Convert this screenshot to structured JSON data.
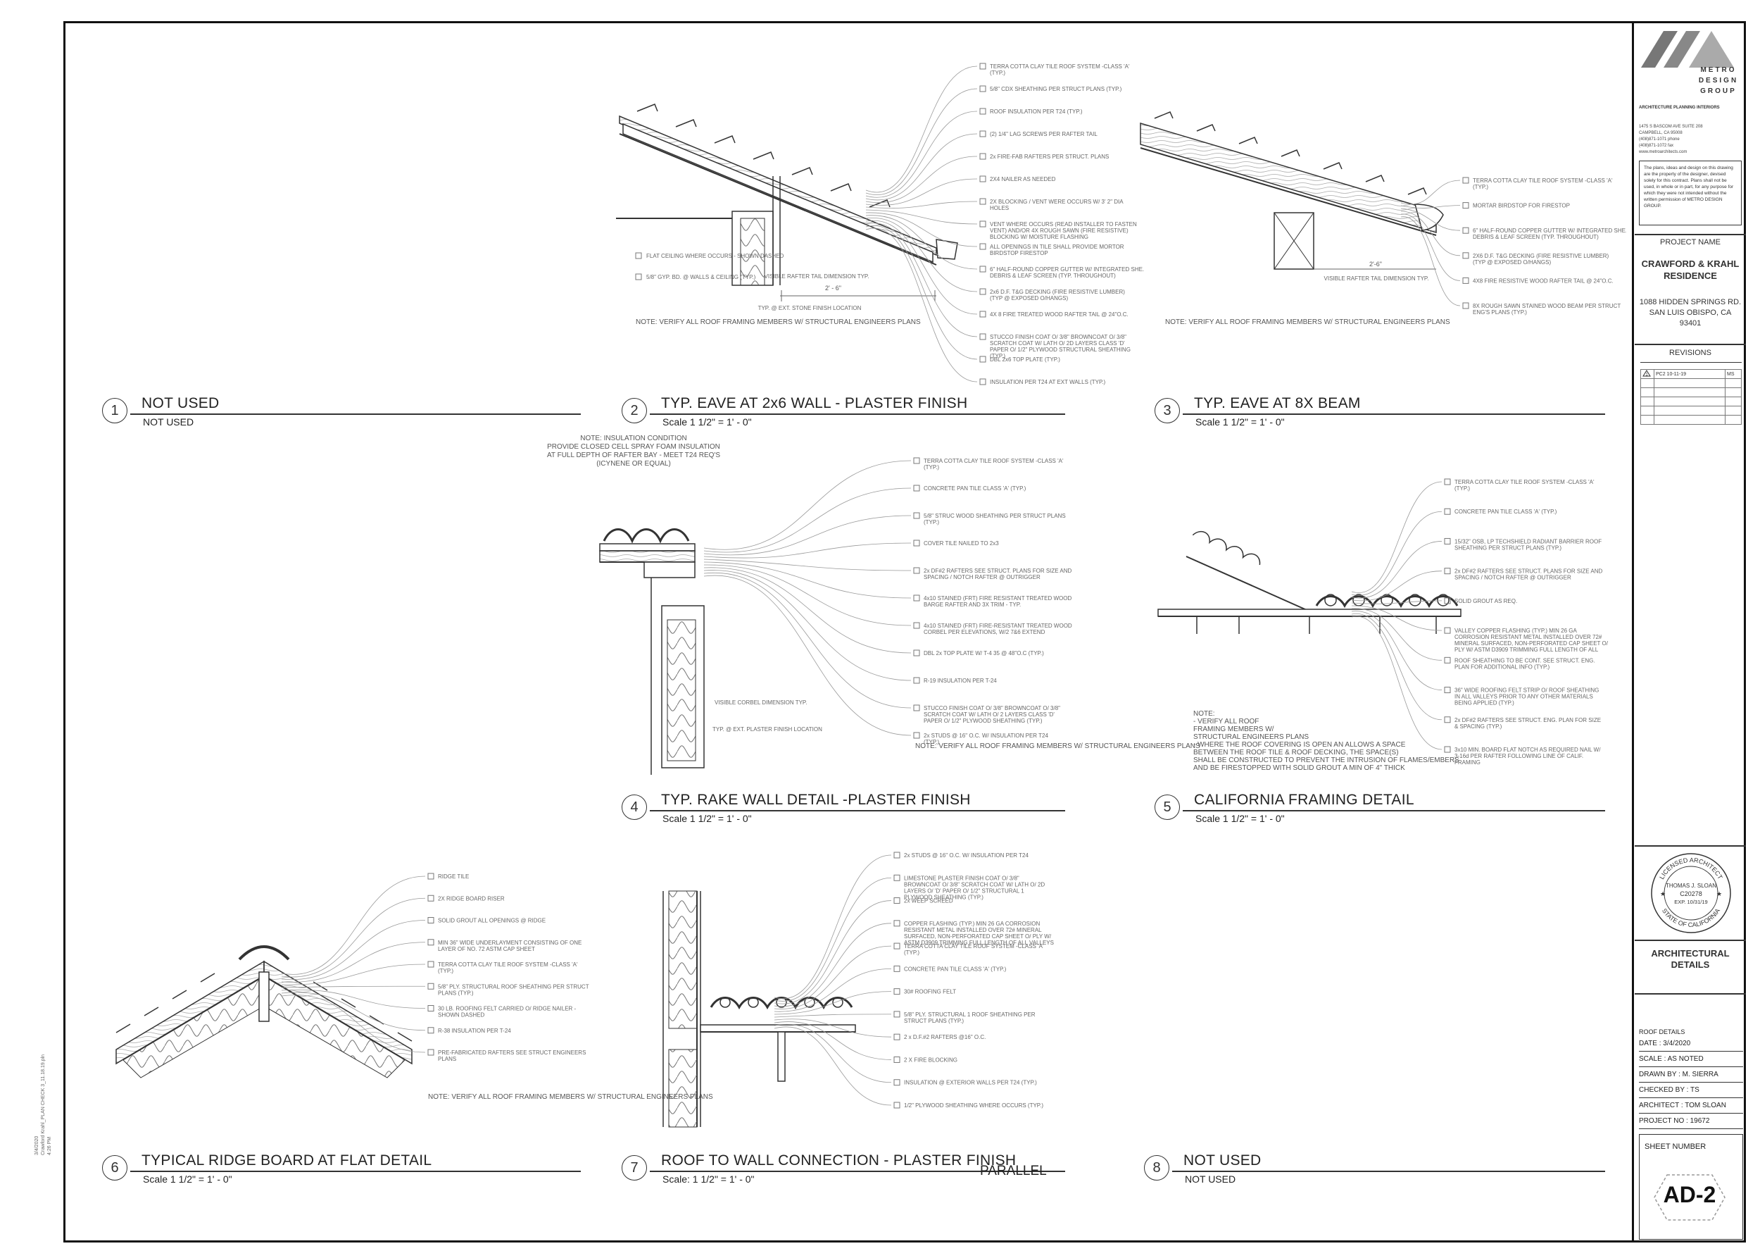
{
  "details": [
    {
      "num": "1",
      "title": "NOT USED",
      "sub": "NOT USED"
    },
    {
      "num": "2",
      "title": "TYP. EAVE AT 2x6 WALL - PLASTER FINISH",
      "sub": "Scale   1 1/2\" =  1' - 0\""
    },
    {
      "num": "3",
      "title": "TYP. EAVE AT 8X BEAM",
      "sub": "Scale   1 1/2\" =  1' - 0\""
    },
    {
      "num": "4",
      "title": "TYP. RAKE WALL DETAIL -PLASTER FINISH",
      "sub": "Scale   1 1/2\" =  1' - 0\""
    },
    {
      "num": "5",
      "title": "CALIFORNIA FRAMING DETAIL",
      "sub": "Scale   1 1/2\" =  1' - 0\""
    },
    {
      "num": "6",
      "title": "TYPICAL RIDGE BOARD AT FLAT DETAIL",
      "sub": "Scale   1 1/2\" =  1' - 0\""
    },
    {
      "num": "7",
      "title": "ROOF TO WALL CONNECTION - PLASTER FINISH",
      "sub": "Scale:  1 1/2\" =  1' - 0\""
    },
    {
      "num": "8",
      "title": "NOT USED",
      "sub": "NOT USED"
    }
  ],
  "parallel_label": "PARALLEL",
  "detail2": {
    "callouts": [
      "TERRA COTTA CLAY TILE ROOF SYSTEM -CLASS 'A' (TYP.)",
      "5/8\" CDX SHEATHING PER STRUCT PLANS (TYP.)",
      "ROOF INSULATION PER T24 (TYP.)",
      "(2) 1/4\" LAG SCREWS PER RAFTER TAIL",
      "2x FIRE-FAB RAFTERS PER STRUCT. PLANS",
      "2X4 NAILER AS NEEDED",
      "2X BLOCKING / VENT WERE OCCURS W/ 3' 2\" DIA HOLES",
      "VENT WHERE OCCURS (READ INSTALLER TO FASTEN VENT) AND/OR 4X ROUGH SAWN (FIRE RESISTIVE) BLOCKING W/ MOISTURE FLASHING",
      "ALL OPENINGS IN TILE SHALL PROVIDE MORTOR BIRDSTOP FIRESTOP",
      "6\" HALF-ROUND COPPER GUTTER W/ INTEGRATED SHE. DEBRIS & LEAF SCREEN (TYP. THROUGHOUT)",
      "2x6 D.F. T&G DECKING (FIRE RESISTIVE LUMBER) (TYP @ EXPOSED O/HANGS)",
      "4X 8 FIRE TREATED WOOD RAFTER TAIL @ 24\"O.C.",
      "STUCCO FINISH COAT O/ 3/8\" BROWNCOAT O/ 3/8\" SCRATCH COAT W/ LATH O/ 2D LAYERS CLASS 'D' PAPER O/ 1/2\" PLYWOOD STRUCTURAL SHEATHING (TYP.)",
      "DBL 2x6 TOP PLATE (TYP.)",
      "INSULATION PER T24 AT EXT WALLS (TYP.)"
    ],
    "left_callouts": [
      "FLAT CEILING WHERE OCCURS - SHOWN DASHED",
      "5/8\" GYP. BD. @ WALLS & CEILING (TYP.)"
    ],
    "dim": "2' - 6\"",
    "note_tail": "VISIBLE RAFTER TAIL DIMENSION TYP.",
    "note_stone": "TYP. @ EXT. STONE FINISH LOCATION",
    "note": "NOTE: VERIFY ALL ROOF FRAMING MEMBERS W/ STRUCTURAL ENGINEERS PLANS"
  },
  "detail3": {
    "callouts": [
      "TERRA COTTA CLAY TILE ROOF SYSTEM -CLASS 'A' (TYP.)",
      "MORTAR BIRDSTOP FOR FIRESTOP",
      "6\" HALF-ROUND COPPER GUTTER W/ INTEGRATED SHE. DEBRIS & LEAF SCREEN (TYP. THROUGHOUT)",
      "2X6 D.F. T&G DECKING (FIRE RESISTIVE LUMBER) (TYP @ EXPOSED O/HANGS)",
      "4X8 FIRE RESISTIVE WOOD RAFTER TAIL @ 24\"O.C.",
      "8X ROUGH SAWN STAINED WOOD BEAM PER STRUCT ENG'S PLANS (TYP.)"
    ],
    "dim": "2'-6\"",
    "note_tail": "VISIBLE RAFTER TAIL DIMENSION TYP.",
    "note": "NOTE: VERIFY ALL ROOF FRAMING MEMBERS W/ STRUCTURAL ENGINEERS PLANS"
  },
  "detail4": {
    "insulation_note": [
      "NOTE: INSULATION CONDITION",
      "PROVIDE CLOSED CELL SPRAY FOAM INSULATION",
      "AT FULL DEPTH OF RAFTER BAY - MEET T24 REQ'S",
      "(ICYNENE OR EQUAL)"
    ],
    "callouts": [
      "TERRA COTTA CLAY TILE ROOF SYSTEM -CLASS 'A' (TYP.)",
      "CONCRETE PAN TILE CLASS 'A' (TYP.)",
      "5/8\" STRUC WOOD SHEATHING PER STRUCT PLANS (TYP.)",
      "COVER TILE NAILED TO 2x3",
      "2x DF#2 RAFTERS SEE STRUCT. PLANS FOR SIZE AND SPACING / NOTCH RAFTER @ OUTRIGGER",
      "4x10 STAINED (FRT) FIRE RESISTANT TREATED WOOD BARGE RAFTER AND 3X TRIM - TYP.",
      "4x10 STAINED (FRT) FIRE-RESISTANT TREATED WOOD CORBEL PER ELEVATIONS, W/2 7&6 EXTEND",
      "DBL 2x TOP PLATE W/ T-4 35 @ 48\"O.C (TYP.)",
      "R-19 INSULATION PER T-24",
      "STUCCO FINISH COAT O/ 3/8\" BROWNCOAT O/ 3/8\" SCRATCH COAT W/ LATH O/ 2 LAYERS CLASS 'D' PAPER O/ 1/2\" PLYWOOD SHEATHING (TYP.)",
      "2x STUDS @ 16\" O.C. W/ INSULATION PER T24 (TYP.)"
    ],
    "note_corbel": "VISIBLE CORBEL DIMENSION TYP.",
    "note_plaster": "TYP. @ EXT. PLASTER FINISH LOCATION",
    "note": "NOTE: VERIFY ALL ROOF FRAMING MEMBERS W/ STRUCTURAL ENGINEERS PLANS"
  },
  "detail5": {
    "callouts": [
      "TERRA COTTA CLAY TILE ROOF SYSTEM -CLASS 'A' (TYP.)",
      "CONCRETE PAN TILE CLASS 'A' (TYP.)",
      "15/32\" OSB, LP TECHSHIELD RADIANT BARRIER ROOF SHEATHING PER STRUCT PLANS (TYP.)",
      "2x DF#2 RAFTERS SEE STRUCT. PLANS FOR SIZE AND SPACING / NOTCH RAFTER @ OUTRIGGER",
      "SOLID GROUT AS REQ.",
      "VALLEY COPPER FLASHING (TYP.) MIN 26 GA CORROSION RESISTANT METAL INSTALLED OVER 72# MINERAL SURFACED, NON-PERFORATED CAP SHEET O/ PLY W/ ASTM D3909 TRIMMING FULL LENGTH OF ALL VALLEYS",
      "ROOF SHEATHING TO BE CONT. SEE STRUCT. ENG. PLAN FOR ADDITIONAL INFO (TYP.)",
      "36\" WIDE ROOFING FELT STRIP O/ ROOF SHEATHING IN ALL VALLEYS PRIOR TO ANY OTHER MATERIALS BEING APPLIED (TYP.)",
      "2x DF#2 RAFTERS SEE STRUCT. ENG. PLAN FOR SIZE & SPACING (TYP.)",
      "3x10 MIN. BOARD FLAT NOTCH AS REQUIRED NAIL W/ 3-16d PER RAFTER FOLLOWING LINE OF CALIF. FRAMING"
    ],
    "note": [
      "NOTE:",
      "- VERIFY ALL ROOF",
      "FRAMING MEMBERS W/",
      "STRUCTURAL ENGINEERS PLANS",
      "- WHERE THE ROOF COVERING IS OPEN AN ALLOWS A SPACE",
      "BETWEEN THE ROOF TILE & ROOF DECKING, THE SPACE(S)",
      "SHALL BE CONSTRUCTED TO PREVENT THE INTRUSION OF FLAMES/EMBERS",
      "AND BE FIRESTOPPED WITH SOLID GROUT A MIN OF 4\" THICK"
    ]
  },
  "detail6": {
    "callouts": [
      "RIDGE TILE",
      "2X RIDGE BOARD RISER",
      "SOLID GROUT ALL OPENINGS @ RIDGE",
      "MIN 36\" WIDE UNDERLAYMENT CONSISTING OF ONE LAYER OF NO. 72 ASTM CAP SHEET",
      "TERRA COTTA CLAY TILE ROOF SYSTEM -CLASS 'A' (TYP.)",
      "5/8\" PLY. STRUCTURAL ROOF SHEATHING PER STRUCT PLANS (TYP.)",
      "30 LB. ROOFING FELT CARRIED O/ RIDGE NAILER - SHOWN DASHED",
      "R-38 INSULATION PER T-24",
      "PRE-FABRICATED RAFTERS SEE STRUCT ENGINEERS PLANS"
    ],
    "note": "NOTE: VERIFY ALL ROOF FRAMING MEMBERS W/ STRUCTURAL ENGINEERS PLANS"
  },
  "detail7": {
    "callouts": [
      "2x STUDS @ 16\" O.C. W/ INSULATION PER T24",
      "LIMESTONE PLASTER FINISH COAT O/ 3/8\" BROWNCOAT O/ 3/8\" SCRATCH COAT W/ LATH O/ 2D LAYERS O/ 'D' PAPER O/ 1/2\" STRUCTURAL 1 PLYWOOD SHEATHING (TYP.)",
      "2x WEEP SCREED",
      "COPPER FLASHING (TYP.) MIN 26 GA CORROSION RESISTANT METAL INSTALLED OVER 72# MINERAL SURFACED, NON-PERFORATED CAP SHEET O/ PLY W/ ASTM D3909 TRIMMING FULL LENGTH OF ALL VALLEYS",
      "TERRA COTTA CLAY TILE ROOF SYSTEM -CLASS 'A' (TYP.)",
      "CONCRETE PAN TILE CLASS 'A' (TYP.)",
      "30# ROOFING FELT",
      "5/8\" PLY. STRUCTURAL 1 ROOF SHEATHING PER STRUCT PLANS (TYP.)",
      "2 x D.F.#2 RAFTERS @16\" O.C.",
      "2 X FIRE BLOCKING",
      "INSULATION @ EXTERIOR WALLS PER T24 (TYP.)",
      "1/2\" PLYWOOD SHEATHING WHERE OCCURS (TYP.)"
    ]
  },
  "titleblock": {
    "firm_name": [
      "METRO",
      "DESIGN",
      "GROUP"
    ],
    "firm_tag": "ARCHITECTURE  PLANNING  INTERIORS",
    "firm_address": "1475 S BASCOM AVE SUITE 208\nCAMPBELL, CA 95008\n(408)871-1071 phone\n(408)871-1072 fax\nwww.metroarchitects.com",
    "disclaimer": "The plans, ideas and design on this drawing are the property of the designer, devised solely for this contract. Plans shall not be used, in whole or in part, for any purpose for which they were not intended without the written permission of METRO DESIGN GROUP.",
    "project_label": "PROJECT NAME",
    "project_name": [
      "CRAWFORD & KRAHL",
      "RESIDENCE"
    ],
    "project_address": [
      "1088 HIDDEN SPRINGS RD.",
      "SAN LUIS OBISPO, CA",
      "93401"
    ],
    "revisions_label": "REVISIONS",
    "revision": {
      "mark": "1",
      "text": "PC2   10-11-19",
      "by": "MS"
    },
    "seal": {
      "top": "LICENSED ARCHITECT",
      "bottom": "STATE OF CALIFORNIA",
      "name": "THOMAS J. SLOAN",
      "license": "C20278",
      "exp": "EXP. 10/31/19"
    },
    "sheet_title": [
      "ARCHITECTURAL",
      "DETAILS"
    ],
    "info_title": "ROOF DETAILS",
    "info": [
      "DATE  :  3/4/2020",
      "SCALE  :   AS NOTED",
      "DRAWN BY :   M. SIERRA",
      "CHECKED BY :   TS",
      "ARCHITECT :   TOM SLOAN",
      "PROJECT NO :   19672"
    ],
    "sheet_number_label": "SHEET NUMBER",
    "sheet_number": "AD-2"
  },
  "margin_text": [
    "3/4/2020",
    "Crawford Krahl_PLAN CHECK 3_11.18.19.pln",
    "4:26 PM"
  ]
}
